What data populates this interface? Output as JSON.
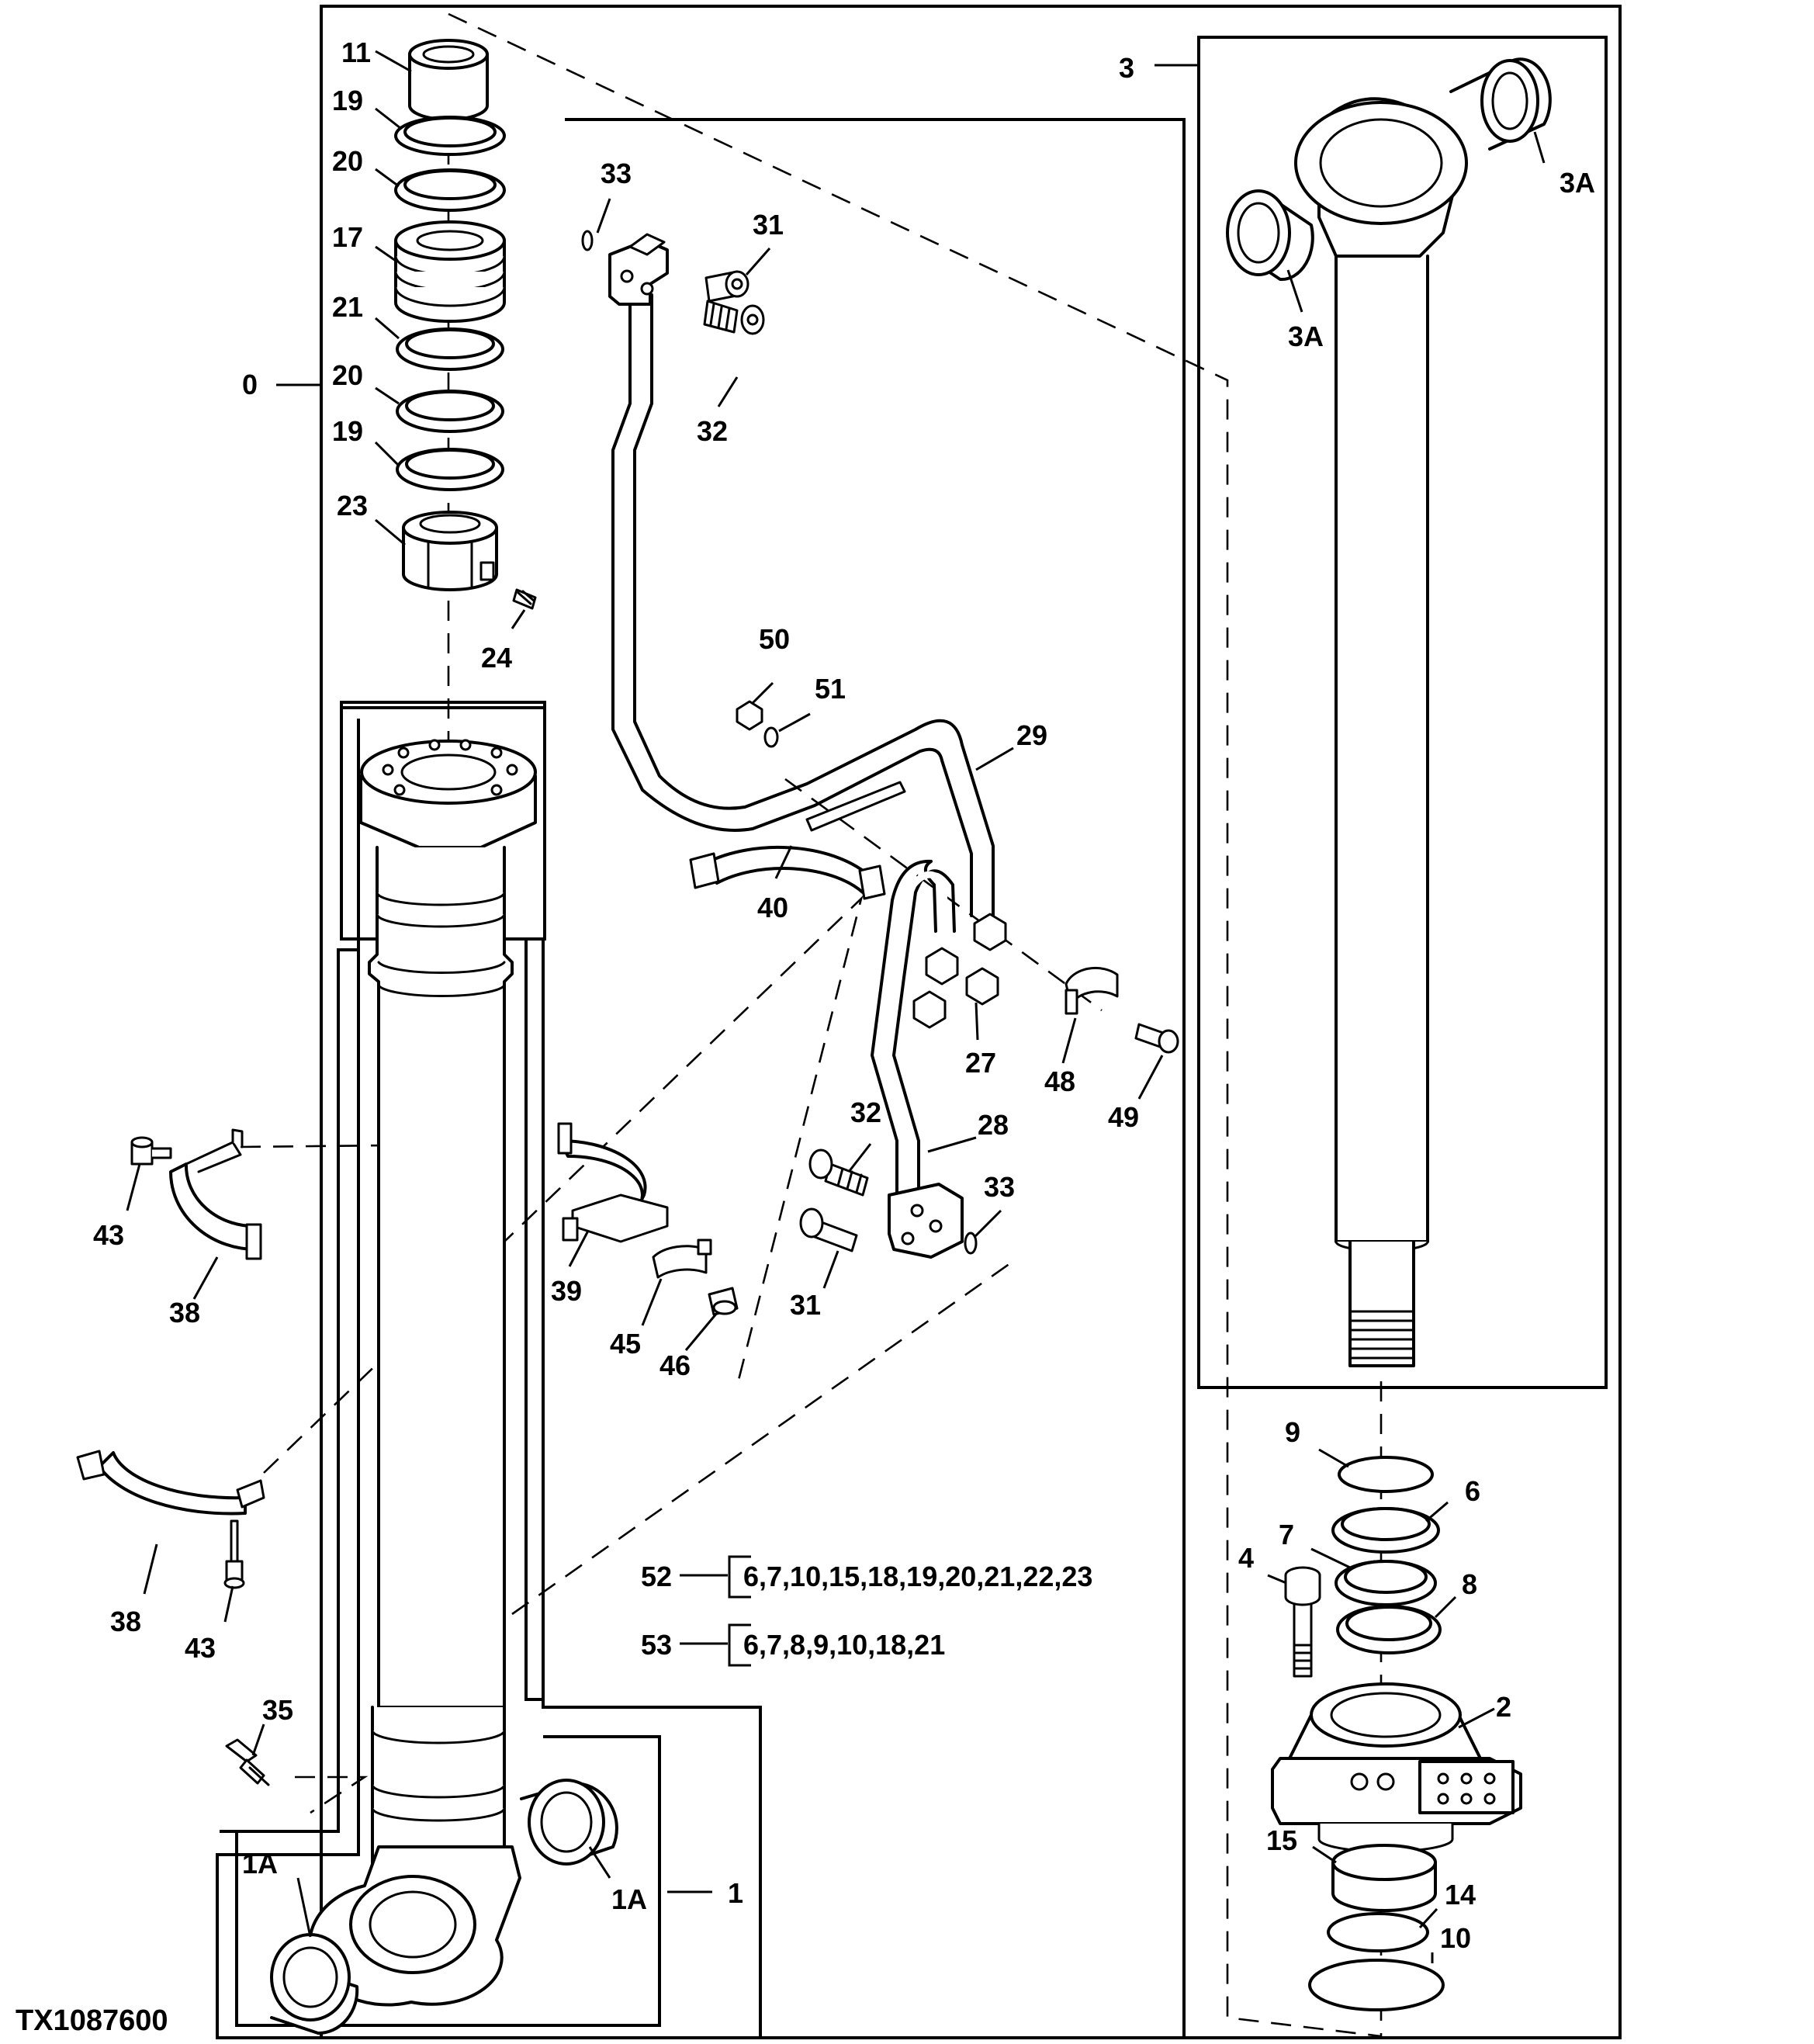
{
  "figure_id": "TX1087600",
  "callouts": {
    "c0": "0",
    "c1": "1",
    "c1a_left": "1A",
    "c1a_right": "1A",
    "c2": "2",
    "c3": "3",
    "c3a_top": "3A",
    "c3a_left": "3A",
    "c4": "4",
    "c6": "6",
    "c7": "7",
    "c8": "8",
    "c9": "9",
    "c10": "10",
    "c11": "11",
    "c14": "14",
    "c15": "15",
    "c17": "17",
    "c19_top": "19",
    "c19_bottom": "19",
    "c20_top": "20",
    "c20_bottom": "20",
    "c21": "21",
    "c23": "23",
    "c24": "24",
    "c27": "27",
    "c28": "28",
    "c29": "29",
    "c31_top": "31",
    "c31_bottom": "31",
    "c32_top": "32",
    "c32_bottom": "32",
    "c33_top": "33",
    "c33_bottom": "33",
    "c35": "35",
    "c38_top": "38",
    "c38_bottom": "38",
    "c39": "39",
    "c40": "40",
    "c43_top": "43",
    "c43_bottom": "43",
    "c45": "45",
    "c46": "46",
    "c48": "48",
    "c49": "49",
    "c50": "50",
    "c51": "51",
    "c52": "52",
    "c53": "53",
    "kit52_contents": "6,7,10,15,18,19,20,21,22,23",
    "kit53_contents": "6,7,8,9,10,18,21"
  }
}
